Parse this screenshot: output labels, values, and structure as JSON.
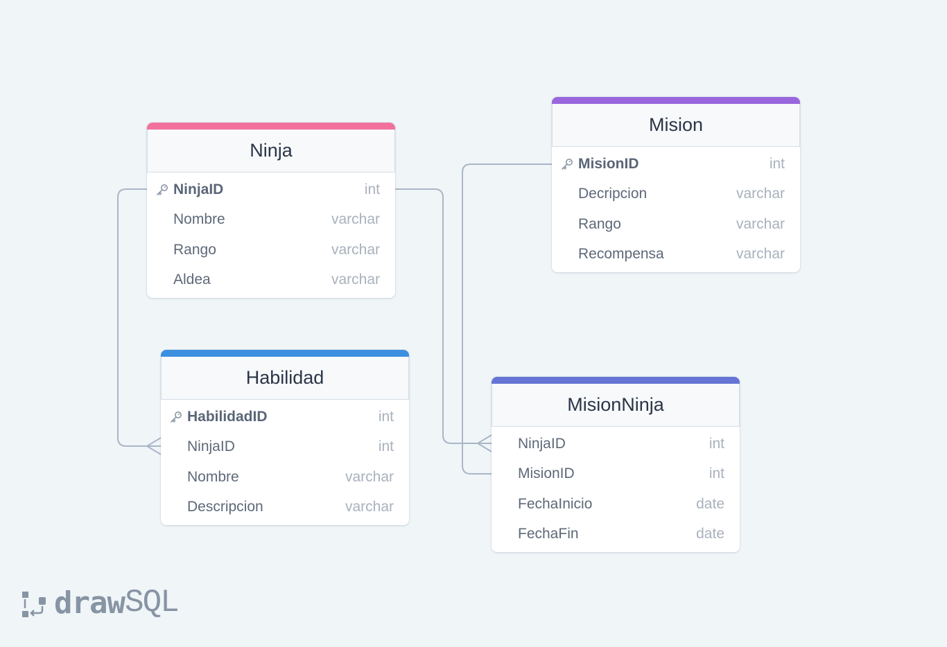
{
  "diagram": {
    "tables": [
      {
        "id": "ninja",
        "title": "Ninja",
        "color": "#f2709c",
        "columns": [
          {
            "name": "NinjaID",
            "type": "int",
            "pk": true
          },
          {
            "name": "Nombre",
            "type": "varchar",
            "pk": false
          },
          {
            "name": "Rango",
            "type": "varchar",
            "pk": false
          },
          {
            "name": "Aldea",
            "type": "varchar",
            "pk": false
          }
        ]
      },
      {
        "id": "mision",
        "title": "Mision",
        "color": "#9966dd",
        "columns": [
          {
            "name": "MisionID",
            "type": "int",
            "pk": true
          },
          {
            "name": "Decripcion",
            "type": "varchar",
            "pk": false
          },
          {
            "name": "Rango",
            "type": "varchar",
            "pk": false
          },
          {
            "name": "Recompensa",
            "type": "varchar",
            "pk": false
          }
        ]
      },
      {
        "id": "habilidad",
        "title": "Habilidad",
        "color": "#3d8fe0",
        "columns": [
          {
            "name": "HabilidadID",
            "type": "int",
            "pk": true
          },
          {
            "name": "NinjaID",
            "type": "int",
            "pk": false
          },
          {
            "name": "Nombre",
            "type": "varchar",
            "pk": false
          },
          {
            "name": "Descripcion",
            "type": "varchar",
            "pk": false
          }
        ]
      },
      {
        "id": "misionninja",
        "title": "MisionNinja",
        "color": "#6674d6",
        "columns": [
          {
            "name": "NinjaID",
            "type": "int",
            "pk": false
          },
          {
            "name": "MisionID",
            "type": "int",
            "pk": false
          },
          {
            "name": "FechaInicio",
            "type": "date",
            "pk": false
          },
          {
            "name": "FechaFin",
            "type": "date",
            "pk": false
          }
        ]
      }
    ],
    "relationships": [
      {
        "from": "Ninja.NinjaID",
        "to": "Habilidad.NinjaID"
      },
      {
        "from": "Ninja.NinjaID",
        "to": "MisionNinja.NinjaID"
      },
      {
        "from": "Mision.MisionID",
        "to": "MisionNinja.MisionID"
      }
    ],
    "connector_color": "#a9b6c6",
    "key_icon": "key-icon"
  },
  "brand": {
    "part1": "draw",
    "part2": "SQL",
    "icon": "drawsql-logo-icon"
  }
}
